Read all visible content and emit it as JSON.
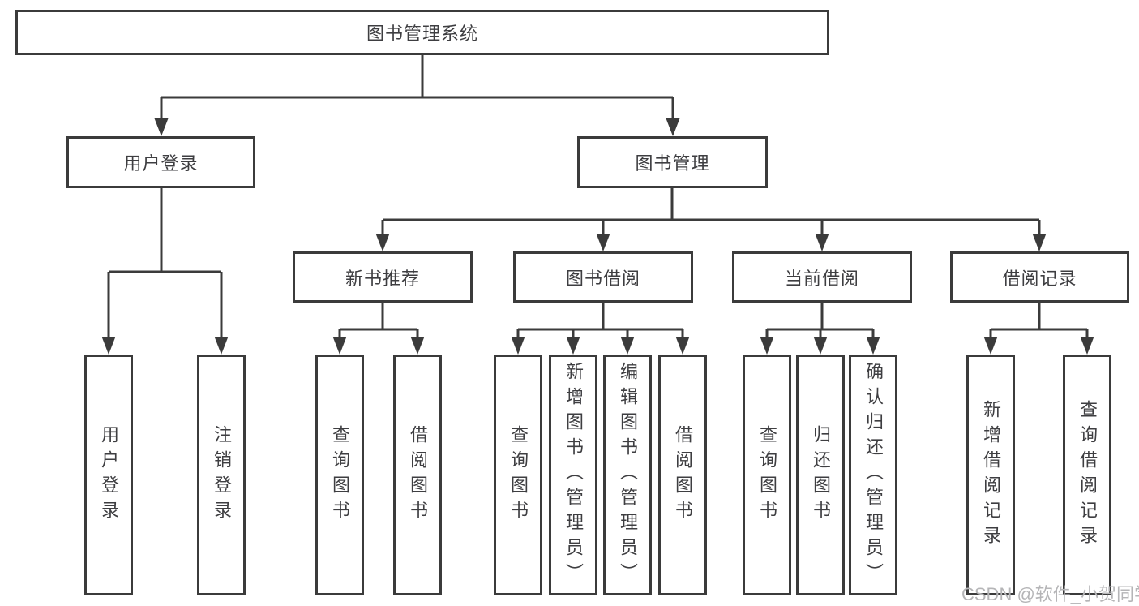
{
  "tree": {
    "label": "图书管理系统",
    "children": [
      {
        "label": "用户登录",
        "children": [
          {
            "label": "用户登录"
          },
          {
            "label": "注销登录"
          }
        ]
      },
      {
        "label": "图书管理",
        "children": [
          {
            "label": "新书推荐",
            "children": [
              {
                "label": "查询图书"
              },
              {
                "label": "借阅图书"
              }
            ]
          },
          {
            "label": "图书借阅",
            "children": [
              {
                "label": "查询图书"
              },
              {
                "label": "新增图书（管理员）"
              },
              {
                "label": "编辑图书（管理员）"
              },
              {
                "label": "借阅图书"
              }
            ]
          },
          {
            "label": "当前借阅",
            "children": [
              {
                "label": "查询图书"
              },
              {
                "label": "归还图书"
              },
              {
                "label": "确认归还（管理员）"
              }
            ]
          },
          {
            "label": "借阅记录",
            "children": [
              {
                "label": "新增借阅记录"
              },
              {
                "label": "查询借阅记录"
              }
            ]
          }
        ]
      }
    ]
  },
  "watermark": {
    "text": "CSDN @软件_小贺同学"
  },
  "colors": {
    "line": "#3b3b3b",
    "text": "#3e3e41",
    "watermark": "#b5b5b7",
    "background": "#ffffff"
  }
}
